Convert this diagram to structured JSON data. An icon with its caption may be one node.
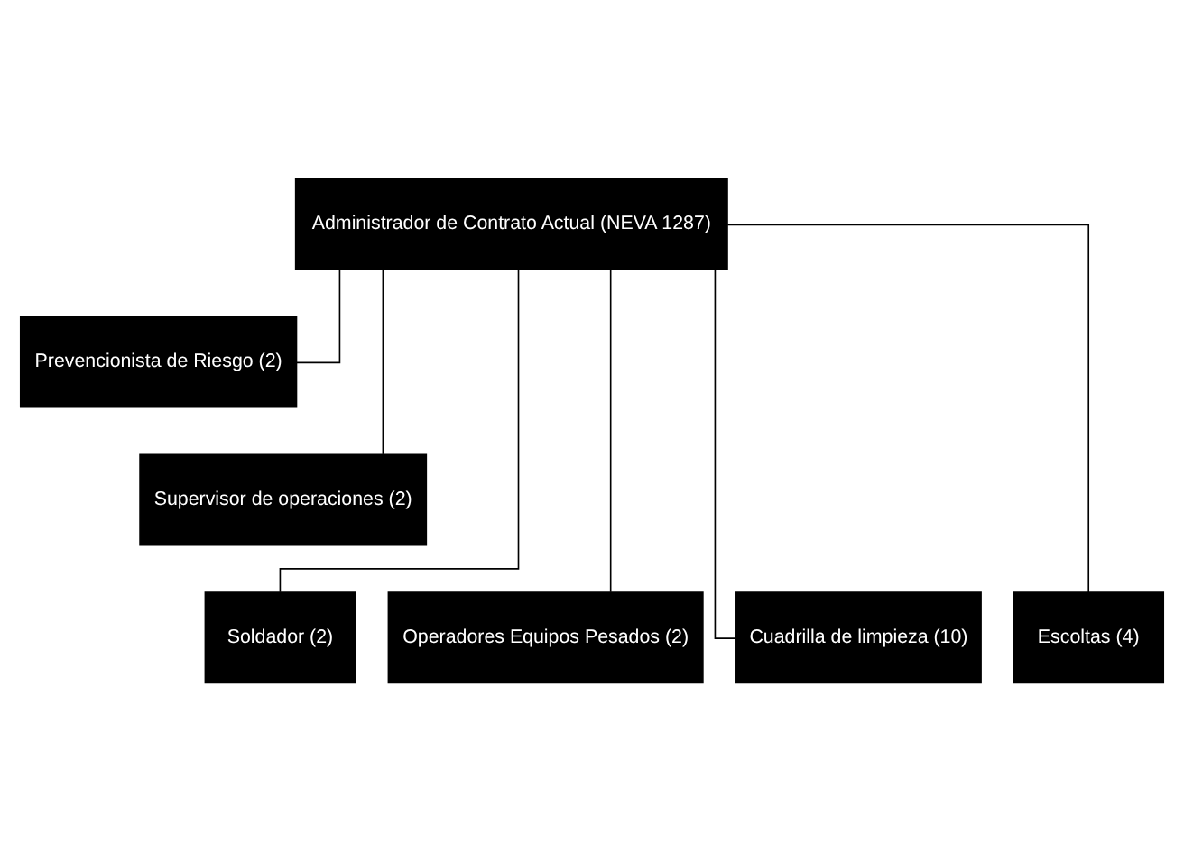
{
  "diagram": {
    "nodes": [
      {
        "text": [
          "Administrador de Contrato Actual (NEVA 1287)"
        ]
      },
      {
        "text": [
          "Prevencionista de Riesgo (2)"
        ]
      },
      {
        "text": [
          "Supervisor de operaciones (2)"
        ]
      },
      {
        "text": [
          "Soldador (2)"
        ]
      },
      {
        "text": [
          "Operadores Equipos Pesados (2)"
        ]
      },
      {
        "text": [
          "Cuadrilla de limpieza (10)"
        ]
      },
      {
        "text": [
          "Escoltas (4)"
        ]
      }
    ],
    "edges": [
      {
        "from": 0,
        "to": 1,
        "arrow": "none"
      },
      {
        "from": 0,
        "to": 2,
        "arrow": "none"
      },
      {
        "from": 0,
        "to": 3,
        "arrow": "none"
      },
      {
        "from": 0,
        "to": 4,
        "arrow": "none"
      },
      {
        "from": 0,
        "to": 5,
        "arrow": "none"
      },
      {
        "from": 0,
        "to": 6,
        "arrow": "none"
      }
    ]
  }
}
